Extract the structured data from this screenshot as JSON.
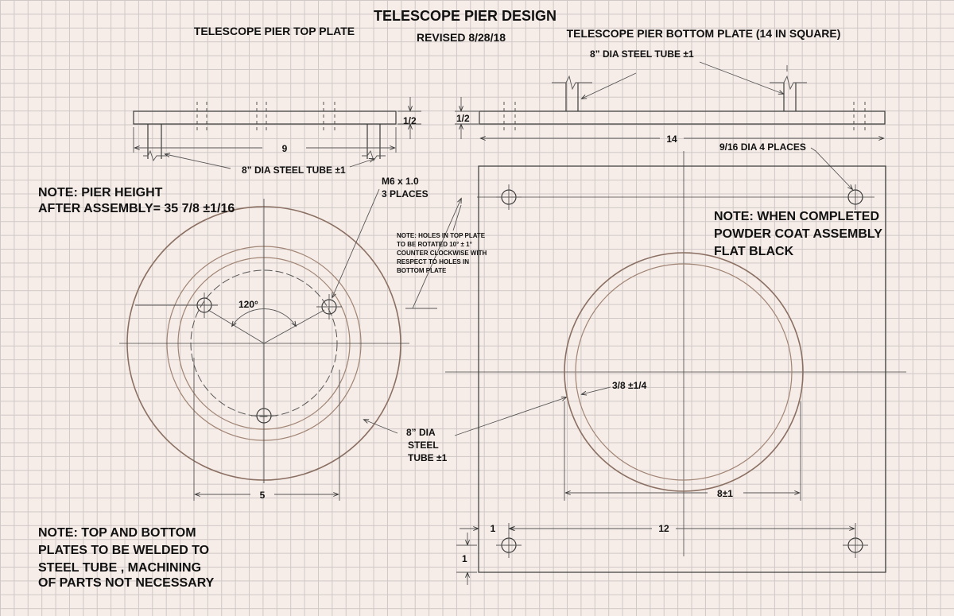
{
  "title": "TELESCOPE PIER DESIGN",
  "revised": "REVISED 8/28/18",
  "top_plate": {
    "heading": "TELESCOPE PIER TOP PLATE",
    "thickness": "1/2",
    "width": "9",
    "tube_label": "8” DIA STEEL TUBE ±1",
    "hole_label_1": "M6 x 1.0",
    "hole_label_2": "3 PLACES",
    "angle": "120°",
    "hole_spacing": "5",
    "tube_label_line1": "8” DIA",
    "tube_label_line2": "STEEL",
    "tube_label_line3": "TUBE ±1"
  },
  "bottom_plate": {
    "heading": "TELESCOPE PIER BOTTOM PLATE (14 IN SQUARE)",
    "tube_label": "8” DIA STEEL TUBE ±1",
    "thickness": "1/2",
    "width": "14",
    "hole_label": "9/16  DIA 4 PLACES",
    "offset_label": "3/8 ±1/4",
    "tube_span": "8±1",
    "hole_spacing": "12",
    "edge_x": "1",
    "edge_y": "1"
  },
  "notes": {
    "pier_height_1": "NOTE: PIER HEIGHT",
    "pier_height_2": "AFTER ASSEMBLY= 35 7/8  ±1/16",
    "rotation_1": "NOTE: HOLES IN TOP PLATE",
    "rotation_2": "TO BE ROTATED 10° ± 1°",
    "rotation_3": "COUNTER CLOCKWISE WITH",
    "rotation_4": "RESPECT TO HOLES IN",
    "rotation_5": "BOTTOM PLATE",
    "powder_1": "NOTE: WHEN COMPLETED",
    "powder_2": "POWDER COAT ASSEMBLY",
    "powder_3": "FLAT BLACK",
    "weld_1": "NOTE: TOP AND BOTTOM",
    "weld_2": "PLATES TO BE WELDED TO",
    "weld_3": "STEEL TUBE  , MACHINING",
    "weld_4": "OF PARTS NOT NECESSARY"
  }
}
